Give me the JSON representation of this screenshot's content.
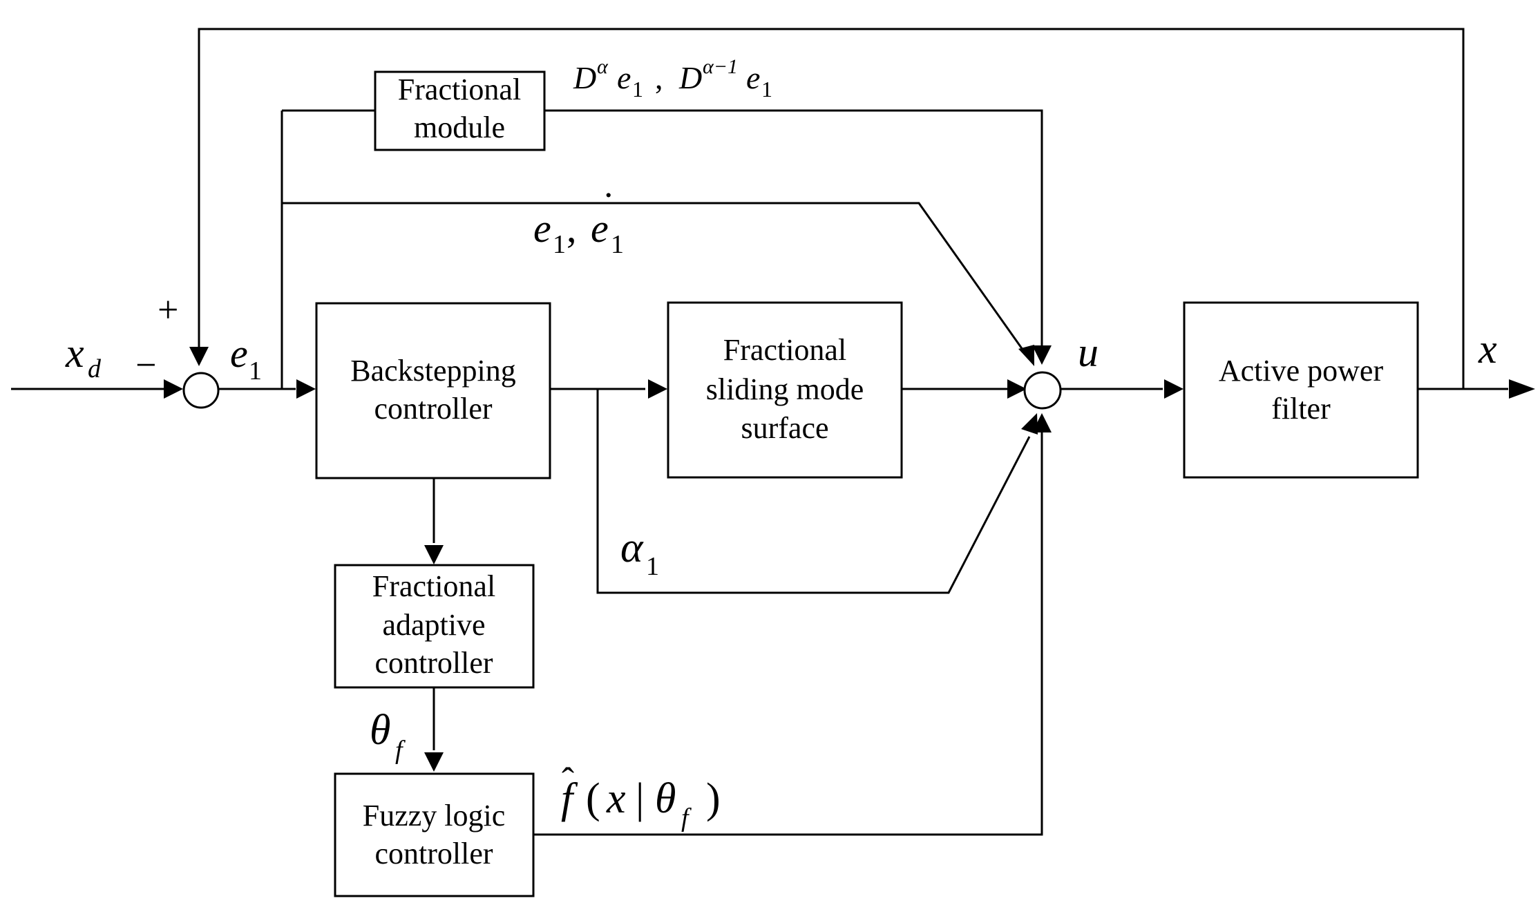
{
  "blocks": {
    "fractional_module": [
      "Fractional",
      "module"
    ],
    "backstepping": [
      "Backstepping",
      "controller"
    ],
    "sliding": [
      "Fractional",
      "sliding mode",
      "surface"
    ],
    "active_filter": [
      "Active power",
      "filter"
    ],
    "adaptive": [
      "Fractional",
      "adaptive",
      "controller"
    ],
    "fuzzy": [
      "Fuzzy logic",
      "controller"
    ]
  },
  "signals": {
    "xd": {
      "base": "x",
      "sub": "d"
    },
    "plus": "+",
    "minus": "−",
    "e1": {
      "base": "e",
      "sub": "1"
    },
    "deriv": {
      "a1": "D",
      "a1_sup": "α",
      "e": "e",
      "e_sub": "1",
      "sep": ",",
      "a2": "D",
      "a2_sup": "α−1"
    },
    "e1_e1dot": {
      "e": "e",
      "sub": "1",
      "sep": ",",
      "dot": "˙"
    },
    "alpha1": {
      "base": "α",
      "sub": "1"
    },
    "u": "u",
    "x": "x",
    "theta_f": {
      "base": "θ",
      "sub": "f"
    },
    "fhat": {
      "f": "f",
      "hat": "ˆ",
      "open": "(",
      "x": "x",
      "bar": "|",
      "theta": "θ",
      "sub": "f",
      "close": ")"
    }
  }
}
